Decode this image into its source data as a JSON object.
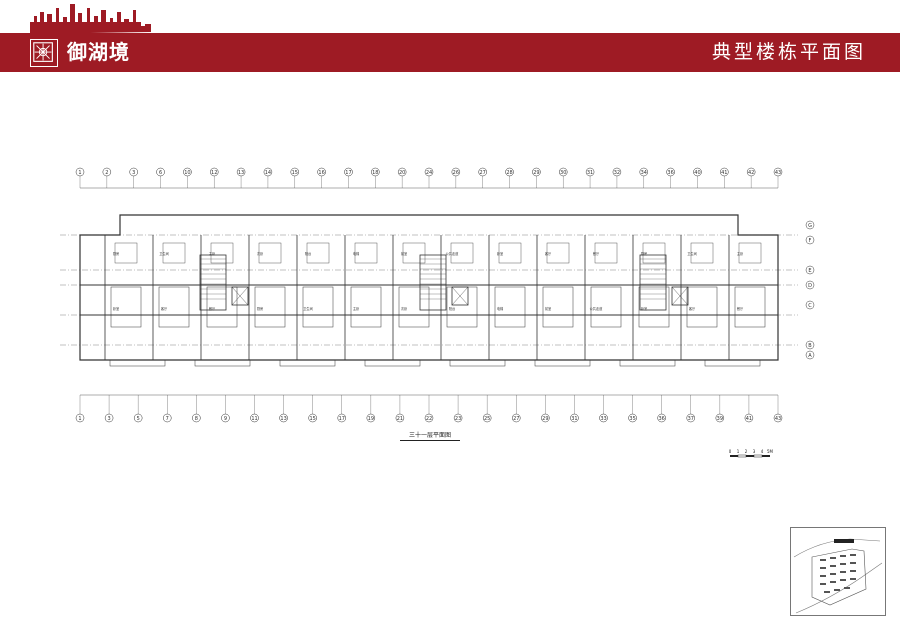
{
  "header": {
    "brand_name": "御湖境",
    "sheet_title": "典型楼栋平面图",
    "band_color": "#9e1b24"
  },
  "plan": {
    "caption": "三十一层平面图",
    "top_axis_labels": [
      "1",
      "2",
      "3",
      "6",
      "10",
      "12",
      "13",
      "14",
      "15",
      "16",
      "17",
      "18",
      "20",
      "24",
      "26",
      "27",
      "28",
      "29",
      "30",
      "31",
      "32",
      "34",
      "36",
      "40",
      "41",
      "42",
      "43"
    ],
    "bottom_axis_labels": [
      "1",
      "3",
      "5",
      "7",
      "8",
      "9",
      "11",
      "13",
      "15",
      "17",
      "19",
      "21",
      "22",
      "23",
      "25",
      "27",
      "29",
      "31",
      "33",
      "35",
      "36",
      "37",
      "39",
      "41",
      "43"
    ],
    "row_labels": [
      "G",
      "F",
      "E",
      "D",
      "C",
      "B",
      "A"
    ],
    "room_labels": [
      "卧室",
      "客厅",
      "餐厅",
      "厨房",
      "卫生间",
      "主卧",
      "次卧",
      "阳台",
      "电梯",
      "前室",
      "公共走道"
    ]
  },
  "scale_bar": {
    "ticks": [
      "0",
      "1",
      "2",
      "3",
      "4",
      "5M"
    ]
  }
}
